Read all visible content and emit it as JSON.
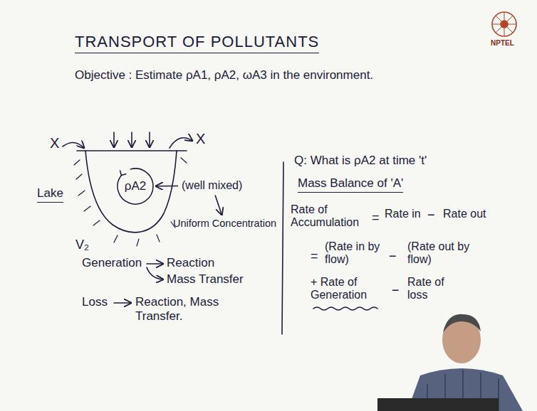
{
  "diagram": {
    "title": "TRANSPORT OF POLLUTANTS",
    "nodes": [
      {
        "text": [
          "ρA2"
        ]
      },
      {
        "text": [
          "(well mixed)"
        ]
      },
      {
        "text": [
          "Uniform Concentration"
        ]
      }
    ],
    "edges": [
      {
        "from": 1,
        "to": 0,
        "arrow": "to"
      },
      {
        "from": 1,
        "to": 2,
        "arrow": "to"
      }
    ],
    "labels": [
      "Objective : Estimate ρA1, ρA2, ωA3 in the environment.",
      "X",
      "X",
      "Lake",
      "V₂",
      "Generation",
      "Reaction",
      "Mass Transfer",
      "Loss",
      "Reaction, Mass Transfer.",
      "Q: What is ρA2 at time 't'",
      "Mass Balance of 'A'",
      "Rate of Accumulation",
      "=",
      "Rate in",
      "−",
      "Rate out",
      "=",
      "(Rate in by flow)",
      "−",
      "(Rate out by flow)",
      "+ Rate of Generation",
      "−",
      "Rate of loss",
      "NPTEL"
    ]
  }
}
